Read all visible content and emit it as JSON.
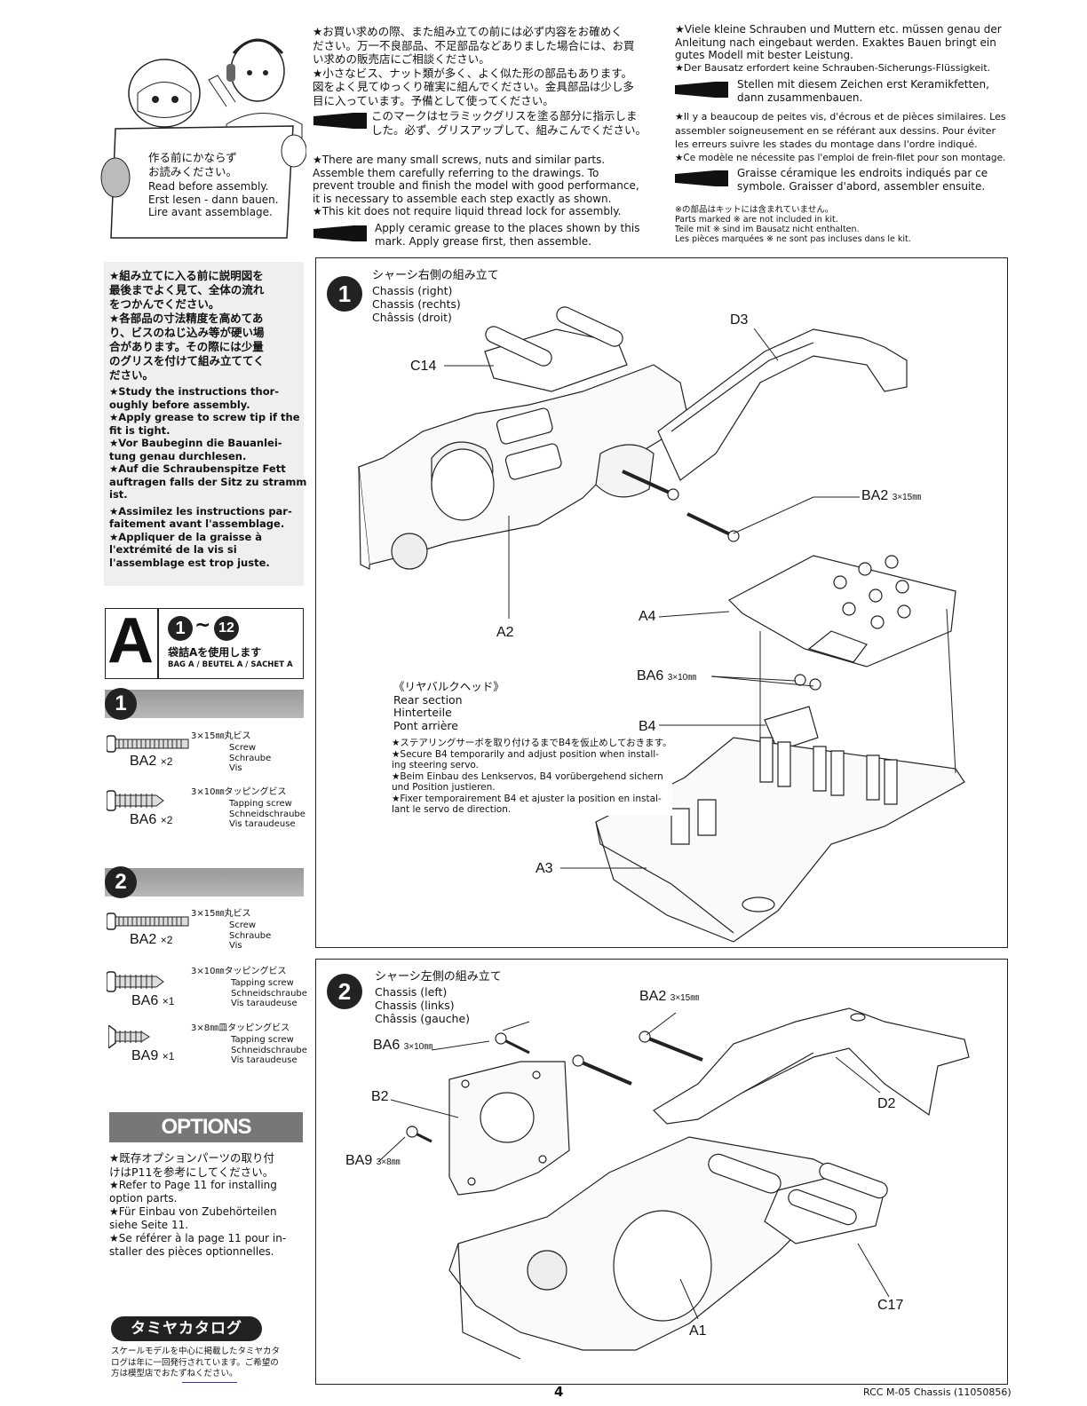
{
  "cover_card": {
    "jp": [
      "作る前にかならず",
      "お読みください。"
    ],
    "en": "Read before assembly.",
    "de": "Erst lesen - dann bauen.",
    "fr": "Lire avant assemblage."
  },
  "intro_middle": {
    "jp": [
      "★お買い求めの際、また組み立ての前には必ず内容をお確めく",
      "ださい。万一不良部品、不足部品などありました場合には、お買",
      "い求めの販売店にご相談ください。",
      "★小さなビス、ナット類が多く、よく似た形の部品もあります。",
      "図をよく見てゆっくり確実に組んでください。金具部品は少し多",
      "目に入っています。予備として使ってください。"
    ],
    "grease_jp": [
      "このマークはセラミックグリスを塗る部分に指示しま",
      "した。必ず、グリスアップして、組みこんでください。"
    ],
    "en": [
      "★There are many small screws, nuts and similar parts.",
      "Assemble them carefully referring to the drawings. To",
      "prevent trouble and finish the model with good performance,",
      "it is necessary to assemble each step exactly as shown.",
      "★This kit does not require liquid thread lock for assembly."
    ],
    "grease_en": [
      "Apply ceramic grease to the places shown by this",
      "mark. Apply grease first, then assemble."
    ]
  },
  "intro_right": {
    "de": [
      "★Viele kleine Schrauben und Muttern etc. müssen genau der",
      "Anleitung nach eingebaut werden. Exaktes Bauen bringt ein",
      "gutes Modell mit bester Leistung.",
      "★Der Bausatz erfordert keine Schrauben-Sicherungs-Flüssigkeit."
    ],
    "grease_de": [
      "Stellen mit diesem Zeichen erst Keramikfetten,",
      "dann zusammenbauen."
    ],
    "fr": [
      "★Il y a beaucoup de peites vis, d'écrous et de pièces similaires. Les",
      "assembler soigneusement en se référant aux dessins. Pour éviter",
      "les erreurs suivre les stades du montage dans l'ordre indiqué.",
      "★Ce modèle ne nécessite pas l'emploi de frein-filet pour son montage."
    ],
    "grease_fr": [
      "Graisse céramique les endroits indiqués par ce",
      "symbole. Graisser d'abord, assembler ensuite."
    ],
    "notes": [
      "※の部品はキットには含まれていません。",
      "Parts marked ※ are not included in kit.",
      "Teile mit ※ sind im Bausatz nicht enthalten.",
      "Les pièces marquées ※ ne sont pas incluses dans le kit."
    ]
  },
  "tips": {
    "jp": [
      "★組み立てに入る前に説明図を",
      "最後までよく見て、全体の流れ",
      "をつかんでください。",
      "★各部品の寸法精度を高めてあ",
      "り、ビスのねじ込み等が硬い場",
      "合があります。その際には少量",
      "のグリスを付けて組み立ててく",
      "ださい。"
    ],
    "en": [
      "★Study the instructions thor-",
      "oughly before assembly.",
      "★Apply grease to screw tip if the",
      "fit is tight."
    ],
    "de": [
      "★Vor Baubeginn die Bauanlei-",
      "tung genau durchlesen.",
      "★Auf die Schraubenspitze Fett",
      "auftragen falls der Sitz zu stramm",
      "ist."
    ],
    "fr": [
      "★Assimilez les instructions par-",
      "faitement avant l'assemblage.",
      "★Appliquer de la graisse à",
      "l'extrémité de la vis si",
      "l'assemblage est trop juste."
    ]
  },
  "bag": {
    "letter": "A",
    "range_start": "1",
    "tilde": "~",
    "range_end": "12",
    "jp": "袋詰Aを使用します",
    "langs": "BAG A / BEUTEL A / SACHET A"
  },
  "parts_step1": {
    "number": "1",
    "items": [
      {
        "code": "BA2",
        "qty": "×2",
        "size": "3×15㎜丸ビス",
        "names": [
          "Screw",
          "Schraube",
          "Vis"
        ]
      },
      {
        "code": "BA6",
        "qty": "×2",
        "size": "3×10㎜タッピングビス",
        "names": [
          "Tapping screw",
          "Schneidschraube",
          "Vis taraudeuse"
        ]
      }
    ]
  },
  "parts_step2": {
    "number": "2",
    "items": [
      {
        "code": "BA2",
        "qty": "×2",
        "size": "3×15㎜丸ビス",
        "names": [
          "Screw",
          "Schraube",
          "Vis"
        ]
      },
      {
        "code": "BA6",
        "qty": "×1",
        "size": "3×10㎜タッピングビス",
        "names": [
          "Tapping screw",
          "Schneidschraube",
          "Vis taraudeuse"
        ]
      },
      {
        "code": "BA9",
        "qty": "×1",
        "size": "3×8㎜皿タッピングビス",
        "names": [
          "Tapping screw",
          "Schneidschraube",
          "Vis taraudeuse"
        ]
      }
    ]
  },
  "options": {
    "title": "OPTIONS",
    "jp": [
      "★既存オプションパーツの取り付",
      "けはP11を参考にしてください。"
    ],
    "en": [
      "★Refer to Page 11 for installing",
      "option parts."
    ],
    "de": [
      "★Für Einbau von Zubehörteilen",
      "siehe Seite 11."
    ],
    "fr": [
      "★Se référer à la page 11 pour in-",
      "staller des pièces optionnelles."
    ]
  },
  "catalog": {
    "title": "タミヤカタログ",
    "text": [
      "スケールモデルを中心に掲載したタミヤカタ",
      "ログは年に一回発行されています。ご希望の",
      "方は模型店でおたずねください。"
    ]
  },
  "step1": {
    "number": "1",
    "jp": "シャーシ右側の組み立て",
    "en": "Chassis (right)",
    "de": "Chassis (rechts)",
    "fr": "Châssis (droit)",
    "labels": {
      "D3": "D3",
      "C14": "C14",
      "BA2": "BA2",
      "BA2_size": "3×15㎜",
      "A2": "A2",
      "A4": "A4",
      "BA6": "BA6",
      "BA6_size": "3×10㎜",
      "B4": "B4",
      "A3": "A3"
    },
    "rear": {
      "jp": "《リヤバルクヘッド》",
      "en": "Rear section",
      "de": "Hinterteile",
      "fr": "Pont arrière",
      "notes": [
        "★ステアリングサーボを取り付けるまでB4を仮止めしておきます。",
        "★Secure B4 temporarily and adjust position when install-",
        "ing steering servo.",
        "★Beim Einbau des Lenkservos, B4 vorübergehend sichern",
        "und Position justieren.",
        "★Fixer temporairement B4 et ajuster la position en instal-",
        "lant le servo de direction."
      ]
    }
  },
  "step2": {
    "number": "2",
    "jp": "シャーシ左側の組み立て",
    "en": "Chassis (left)",
    "de": "Chassis (links)",
    "fr": "Châssis (gauche)",
    "labels": {
      "BA2": "BA2",
      "BA2_size": "3×15㎜",
      "BA6": "BA6",
      "BA6_size": "3×10㎜",
      "B2": "B2",
      "D2": "D2",
      "BA9": "BA9",
      "BA9_size": "3×8㎜",
      "C17": "C17",
      "A1": "A1"
    }
  },
  "footer": {
    "page": "4",
    "model": "RCC M-05 Chassis (11050856)"
  }
}
